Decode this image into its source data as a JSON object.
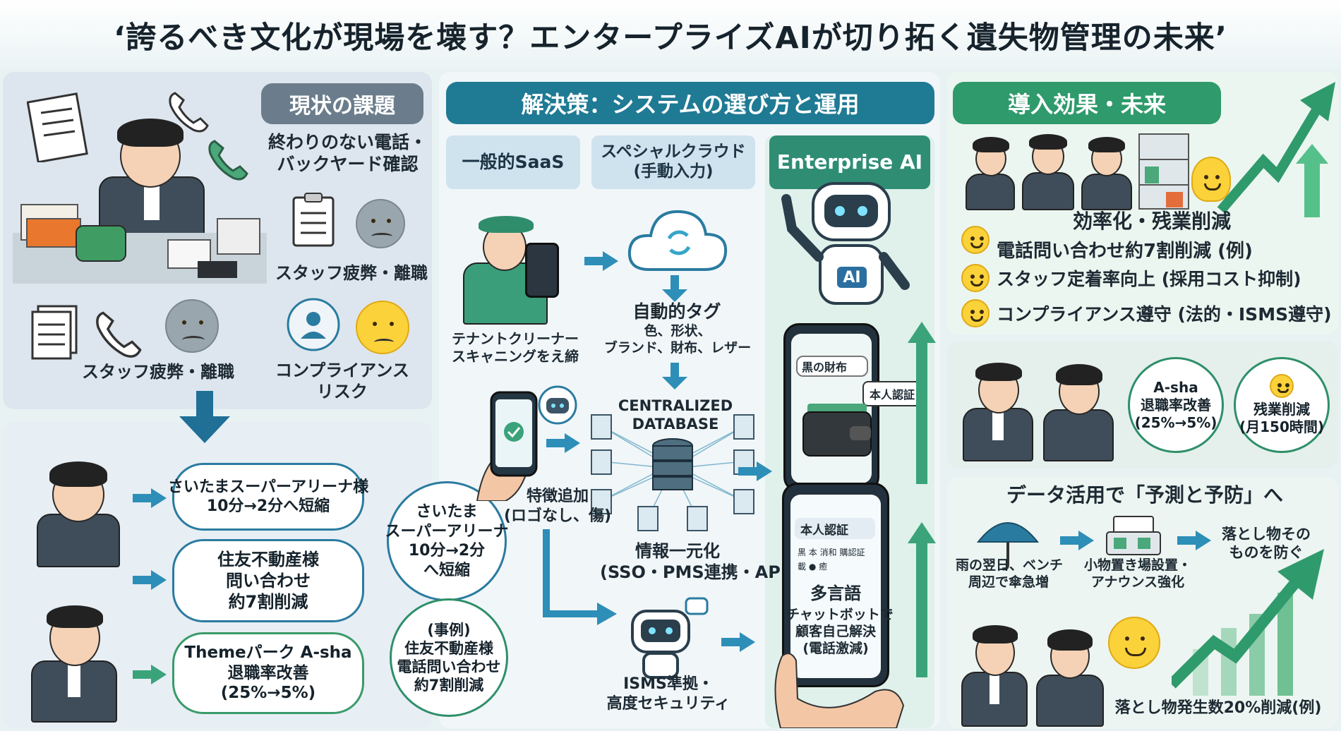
{
  "title": "‘誇るべき文化が現場を壊す？エンタープライズAIが切り拓く遺失物管理の未来’",
  "issues": {
    "header": "現状の課題",
    "phone_issue": "終わりのない電話・\nバックヤード確認",
    "fatigue_1": "スタッフ疲弊・離職",
    "fatigue_2": "スタッフ疲弊・離職",
    "compliance": "コンプライアンス\nリスク"
  },
  "cases": {
    "saitama": "さいたまスーパーアリーナ様\n10分→2分へ短縮",
    "sumitomo": "住友不動産様\n問い合わせ\n約7割削減",
    "theme": "Themeパーク A-sha\n退職率改善\n(25%→5%)",
    "saitama_circle": "さいたま\nスーパーアリーナ\n10分→2分\nへ短縮",
    "sumitomo_circle": "(事例)\n住友不動産様\n電話問い合わせ\n約7割削減"
  },
  "solution": {
    "header": "解決策：システムの選び方と運用",
    "col_saas": "一般的SaaS",
    "col_cloud": "スペシャルクラウド\n(手動入力)",
    "col_ent": "Enterprise AI",
    "cleaner": "テナントクリーナー\nスキャニングをえ締",
    "auto_tag": "自動的タグ",
    "auto_tag_detail": "色、形状、\nブランド、財布、レザー",
    "db": "CENTRALIZED\nDATABASE",
    "feature_add": "特徴追加\n(ロゴなし、傷)",
    "unify": "情報一元化\n(SSO・PMS連携・API)",
    "isms": "ISMS準拠・\n高度セキュリティ",
    "ai_label": "AI",
    "search_query": "黒の財布",
    "verify_bubble": "本人認証",
    "verify_head": "本人認証",
    "lang_row1": "黒 本 消和 購認証",
    "lang_row2": "載 ● 癒",
    "multilingual": "多言語",
    "chatbot": "チャットボットで\n顧客自己解決\n(電話激減)"
  },
  "effects": {
    "header": "導入効果・未来",
    "efficiency": "効率化・残業削減",
    "item1": "電話問い合わせ約7割削減 (例)",
    "item2": "スタッフ定着率向上 (採用コスト抑制)",
    "item3": "コンプライアンス遵守 (法的・ISMS遵守)",
    "asha": "A-sha\n退職率改善\n(25%→5%)",
    "overtime": "残業削減\n(月150時間)",
    "data_head": "データ活用で「予測と予防」へ",
    "flow1": "雨の翌日、ベンチ\n周辺で傘急増",
    "flow2": "小物置き場設置・\nアナウンス強化",
    "flow3": "落とし物その\nものを防ぐ",
    "reduction": "落とし物発生数20%削減(例)"
  },
  "colors": {
    "issue": "#6b7d8c",
    "solution": "#1f7a94",
    "effect": "#2f9a6b",
    "arrow_blue": "#2d8eb8",
    "arrow_green": "#3aa37a"
  }
}
